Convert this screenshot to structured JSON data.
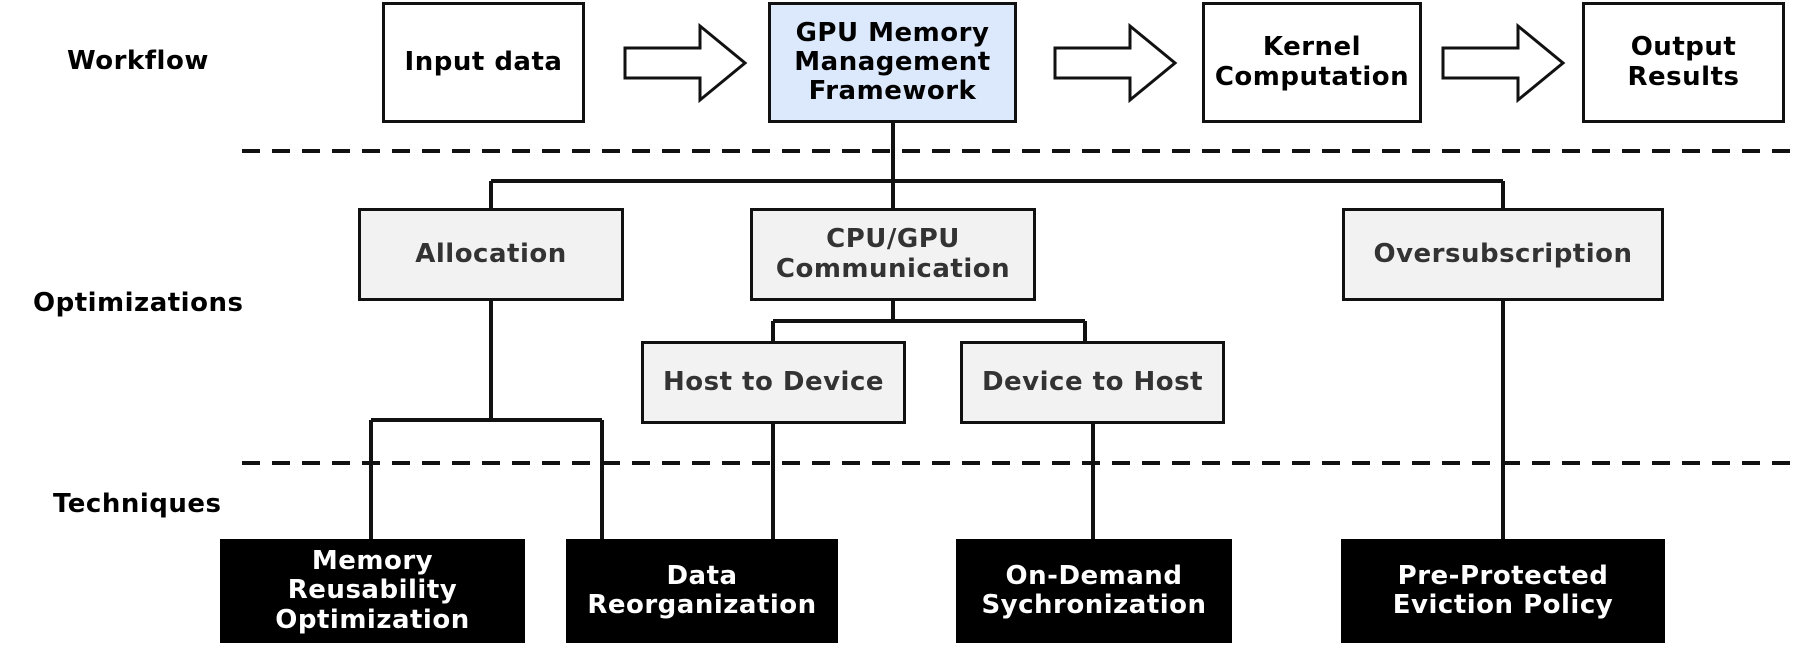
{
  "row_labels": {
    "workflow": "Workflow",
    "optimizations": "Optimizations",
    "techniques": "Techniques"
  },
  "workflow": {
    "input": "Input data",
    "framework": "GPU Memory\nManagement\nFramework",
    "kernel": "Kernel\nComputation",
    "output": "Output\nResults"
  },
  "optimizations": {
    "allocation": "Allocation",
    "communication": "CPU/GPU\nCommunication",
    "oversubscription": "Oversubscription",
    "host_to_device": "Host to Device",
    "device_to_host": "Device to Host"
  },
  "techniques": {
    "memory_reusability": "Memory\nReusability\nOptimization",
    "data_reorganization": "Data\nReorganization",
    "on_demand_sync": "On-Demand\nSychronization",
    "eviction_policy": "Pre-Protected\nEviction Policy"
  },
  "colors": {
    "framework_fill": "#dce8fb",
    "optimization_fill": "#f2f2f2",
    "technique_fill": "#000000",
    "line": "#111111"
  }
}
